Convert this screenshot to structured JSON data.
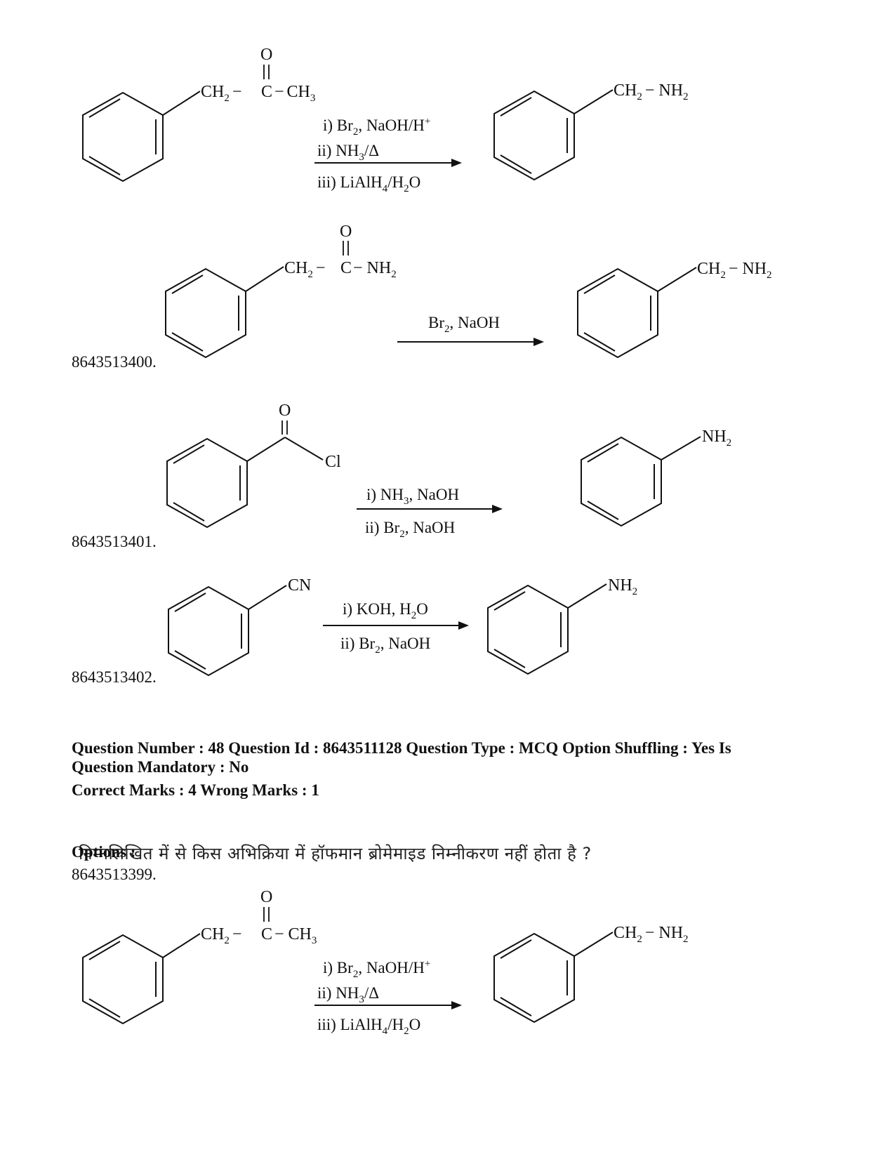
{
  "options_top": [
    {
      "id": "",
      "start": "CH₂-CO-CH₃",
      "reagents": [
        "i) Br₂, NaOH/H⁺",
        "ii) NH₃/Δ",
        "iii) LiAlH₄/H₂O"
      ],
      "product": "CH₂-NH₂"
    },
    {
      "id": "8643513400.",
      "start": "CH₂-CO-NH₂",
      "reagents": [
        "Br₂, NaOH"
      ],
      "product": "CH₂-NH₂"
    },
    {
      "id": "8643513401.",
      "start": "CO-Cl",
      "reagents": [
        "i) NH₃, NaOH",
        "ii) Br₂, NaOH"
      ],
      "product": "NH₂"
    },
    {
      "id": "8643513402.",
      "start": "CN",
      "reagents": [
        "i) KOH, H₂O",
        "ii) Br₂, NaOH"
      ],
      "product": "NH₂"
    }
  ],
  "question": {
    "header_line1": "Question Number : 48 Question Id : 8643511128 Question Type : MCQ Option Shuffling : Yes Is",
    "header_line2": "Question Mandatory : No",
    "marks": "Correct Marks : 4 Wrong Marks : 1",
    "text": "निम्नलिखित में से किस अभिक्रिया में हॉफमान ब्रोमेमाइड निम्नीकरण नहीं होता है ?",
    "options_label": "Options :",
    "first_option_id": "8643513399."
  },
  "labels": {
    "O": "O",
    "CH2": "CH",
    "CH3": "CH",
    "C": "C",
    "NH2": "NH",
    "Cl": "Cl",
    "CN": "CN",
    "sub2": "2",
    "sub3": "3",
    "sub4": "4",
    "dash": "−"
  }
}
